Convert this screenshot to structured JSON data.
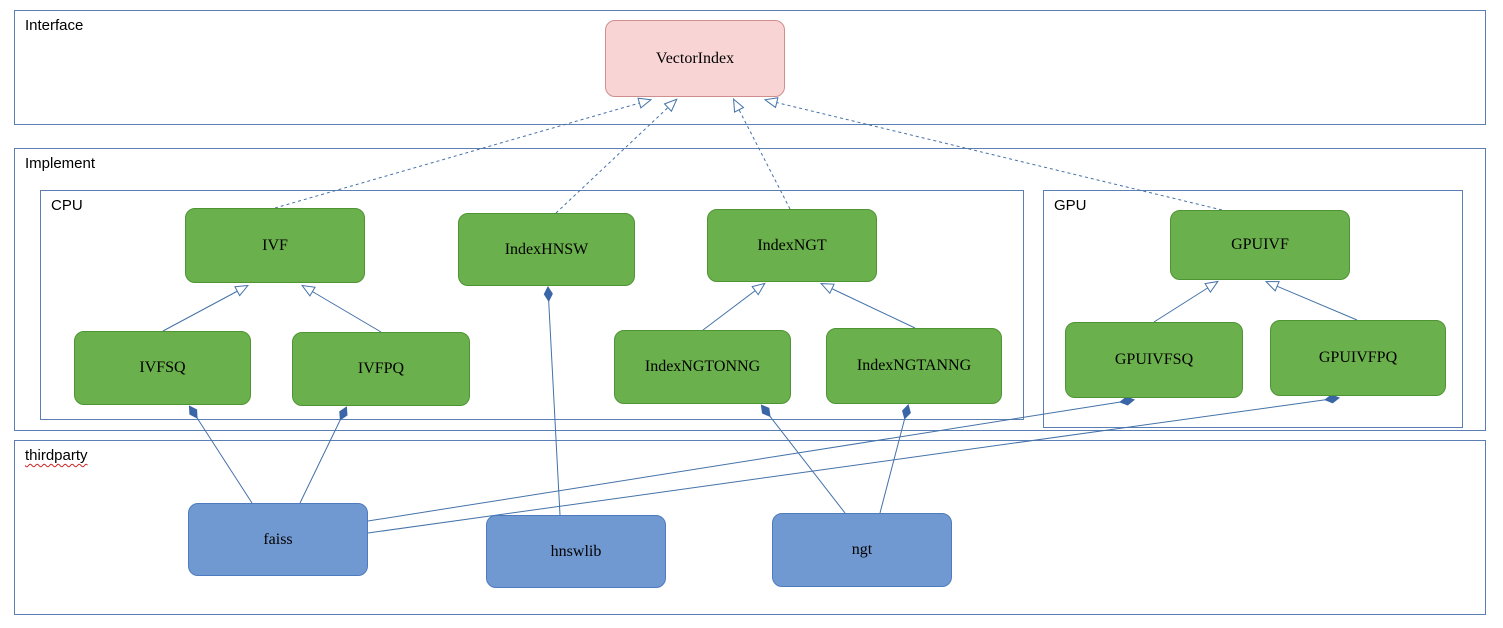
{
  "diagram": {
    "groups": {
      "interface": {
        "label": "Interface"
      },
      "implement": {
        "label": "Implement"
      },
      "cpu": {
        "label": "CPU"
      },
      "gpu": {
        "label": "GPU"
      },
      "thirdparty": {
        "label": "thirdparty"
      }
    },
    "nodes": {
      "vectorindex": {
        "label": "VectorIndex",
        "kind": "interface"
      },
      "ivf": {
        "label": "IVF",
        "kind": "implementation"
      },
      "indexhnsw": {
        "label": "IndexHNSW",
        "kind": "implementation"
      },
      "indexngt": {
        "label": "IndexNGT",
        "kind": "implementation"
      },
      "ivfsq": {
        "label": "IVFSQ",
        "kind": "implementation"
      },
      "ivfpq": {
        "label": "IVFPQ",
        "kind": "implementation"
      },
      "indexngtonng": {
        "label": "IndexNGTONNG",
        "kind": "implementation"
      },
      "indexngtanng": {
        "label": "IndexNGTANNG",
        "kind": "implementation"
      },
      "gpuivf": {
        "label": "GPUIVF",
        "kind": "implementation"
      },
      "gpuivfsq": {
        "label": "GPUIVFSQ",
        "kind": "implementation"
      },
      "gpuivfpq": {
        "label": "GPUIVFPQ",
        "kind": "implementation"
      },
      "faiss": {
        "label": "faiss",
        "kind": "thirdparty"
      },
      "hnswlib": {
        "label": "hnswlib",
        "kind": "thirdparty"
      },
      "ngt": {
        "label": "ngt",
        "kind": "thirdparty"
      }
    },
    "edges": [
      {
        "from": "IVF",
        "to": "VectorIndex",
        "type": "realization"
      },
      {
        "from": "IndexHNSW",
        "to": "VectorIndex",
        "type": "realization"
      },
      {
        "from": "IndexNGT",
        "to": "VectorIndex",
        "type": "realization"
      },
      {
        "from": "GPUIVF",
        "to": "VectorIndex",
        "type": "realization"
      },
      {
        "from": "IVFSQ",
        "to": "IVF",
        "type": "inheritance"
      },
      {
        "from": "IVFPQ",
        "to": "IVF",
        "type": "inheritance"
      },
      {
        "from": "IndexNGTONNG",
        "to": "IndexNGT",
        "type": "inheritance"
      },
      {
        "from": "IndexNGTANNG",
        "to": "IndexNGT",
        "type": "inheritance"
      },
      {
        "from": "GPUIVFSQ",
        "to": "GPUIVF",
        "type": "inheritance"
      },
      {
        "from": "GPUIVFPQ",
        "to": "GPUIVF",
        "type": "inheritance"
      },
      {
        "from": "faiss",
        "to": "IVFSQ",
        "type": "composition"
      },
      {
        "from": "faiss",
        "to": "IVFPQ",
        "type": "composition"
      },
      {
        "from": "faiss",
        "to": "GPUIVFSQ",
        "type": "composition"
      },
      {
        "from": "faiss",
        "to": "GPUIVFPQ",
        "type": "composition"
      },
      {
        "from": "hnswlib",
        "to": "IndexHNSW",
        "type": "composition"
      },
      {
        "from": "ngt",
        "to": "IndexNGTONNG",
        "type": "composition"
      },
      {
        "from": "ngt",
        "to": "IndexNGTANNG",
        "type": "composition"
      }
    ],
    "colors": {
      "interface_fill": "#f9d4d4",
      "interface_border": "#cf8e8e",
      "implementation_fill": "#6ab04c",
      "implementation_border": "#4f9433",
      "thirdparty_fill": "#7199d1",
      "thirdparty_border": "#4d7bbd",
      "group_border": "#5b7fb4",
      "edge_stroke": "#4472a8",
      "spellcheck_underline": "#cc2222"
    }
  }
}
